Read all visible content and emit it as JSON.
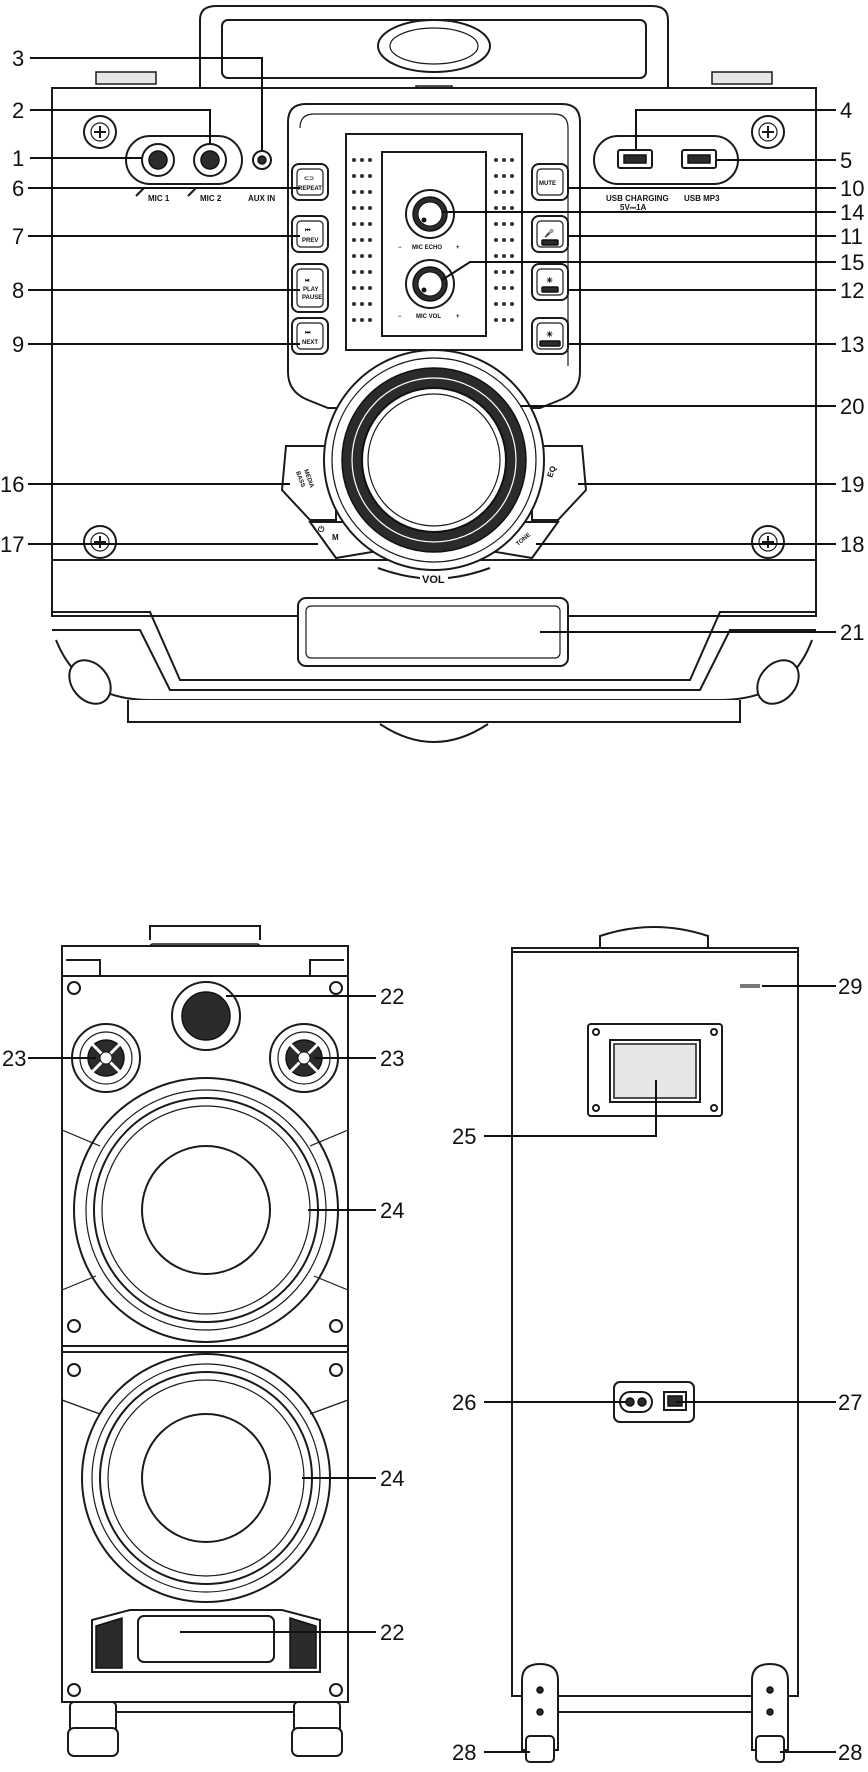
{
  "top_panel": {
    "jack_labels": {
      "mic1": "MIC 1",
      "mic2": "MIC 2",
      "aux": "AUX IN"
    },
    "usb_labels": {
      "charging": "USB CHARGING",
      "charging_spec": "5V⎓1A",
      "mp3": "USB MP3"
    },
    "left_buttons": [
      {
        "icon": "⊂⊃",
        "label": "REPEAT"
      },
      {
        "icon": "⏮",
        "label": "PREV"
      },
      {
        "icon": "⏯",
        "label": "PLAY",
        "label2": "PAUSE"
      },
      {
        "icon": "⏭",
        "label": "NEXT"
      }
    ],
    "right_buttons": [
      {
        "label": "MUTE"
      },
      {
        "icon": "🎤",
        "label": ""
      },
      {
        "icon": "☀",
        "label": ""
      },
      {
        "icon": "☀",
        "label": ""
      }
    ],
    "knob_labels": {
      "echo": "MIC ECHO",
      "vol": "MIC VOL",
      "minus": "−",
      "plus": "+"
    },
    "wing_labels": {
      "media_bass": "MEDIA",
      "media_bass2": "BASS",
      "power_mode": "M",
      "eq": "EQ",
      "tone": "TONE"
    },
    "vol_label": "VOL"
  },
  "callouts": {
    "c1": "1",
    "c2": "2",
    "c3": "3",
    "c4": "4",
    "c5": "5",
    "c6": "6",
    "c7": "7",
    "c8": "8",
    "c9": "9",
    "c10": "10",
    "c11": "11",
    "c12": "12",
    "c13": "13",
    "c14": "14",
    "c15": "15",
    "c16": "16",
    "c17": "17",
    "c18": "18",
    "c19": "19",
    "c20": "20",
    "c21": "21",
    "c22": "22",
    "c23": "23",
    "c24": "24",
    "c25": "25",
    "c26": "26",
    "c27": "27",
    "c28": "28",
    "c29": "29"
  }
}
